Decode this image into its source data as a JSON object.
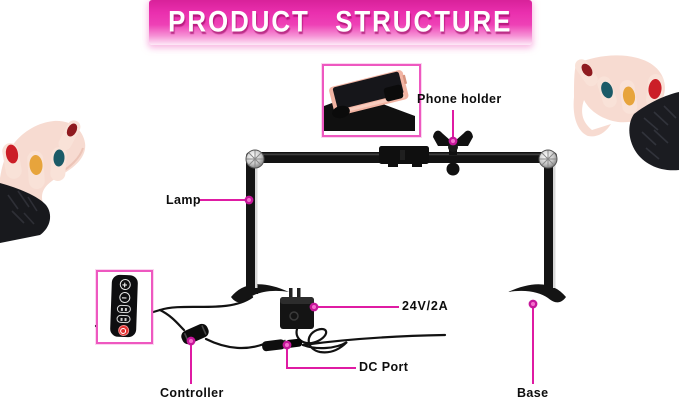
{
  "header": {
    "title": "PRODUCT STRUCTURE"
  },
  "callouts": {
    "phone_holder": {
      "label": "Phone holder"
    },
    "lamp": {
      "label": "Lamp"
    },
    "adapter": {
      "label": "24V/2A"
    },
    "dc_port": {
      "label": "DC Port"
    },
    "controller": {
      "label": "Controller"
    },
    "base": {
      "label": "Base"
    }
  },
  "remote": {
    "button_plus": "+",
    "button_minus": "−"
  },
  "colors": {
    "banner_pink": "#ea2fae",
    "leader_line": "#df1ba3",
    "inset_border": "#ee58c0",
    "lamp_black": "#141414",
    "phone_body_rose_gold": "#f2b4a3",
    "remote_power_red": "#e22f2f",
    "nail_red": "#cb1e27",
    "nail_yellow": "#e7a43c",
    "nail_teal": "#1b5a67",
    "nail_dark_red": "#8f1a1f"
  }
}
